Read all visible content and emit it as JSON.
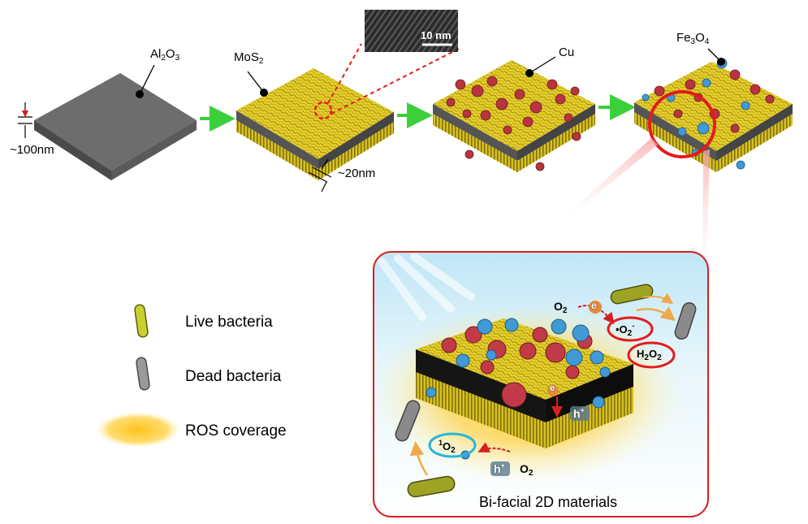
{
  "steps": {
    "al2o3": {
      "base": "Al",
      "s1": "2",
      "mid": "O",
      "s2": "3"
    },
    "thickness_substrate": "~100nm",
    "mos2": {
      "base": "MoS",
      "s1": "2"
    },
    "thickness_film": "~20nm",
    "scale_bar": "10 nm",
    "cu": "Cu",
    "fe3o4": {
      "base": "Fe",
      "s1": "3",
      "mid": "O",
      "s2": "4"
    }
  },
  "legend": {
    "live": "Live bacteria",
    "dead": "Dead bacteria",
    "ros": "ROS coverage"
  },
  "inset": {
    "caption": "Bi-facial 2D materials",
    "o2_top": {
      "base": "O",
      "s1": "2"
    },
    "e_top": "e",
    "superoxide": {
      "base": "•O",
      "s1": "2",
      "sup": "-"
    },
    "h2o2": {
      "base": "H",
      "s1": "2",
      "mid": "O",
      "s2": "2"
    },
    "e_mid": "e",
    "h_mid": {
      "base": "h",
      "sup": "+"
    },
    "singlet": {
      "sup": "1",
      "base": "O",
      "s1": "2"
    },
    "h_bottom": {
      "base": "h",
      "sup": "+"
    },
    "o2_bottom": {
      "base": "O",
      "s1": "2"
    }
  },
  "colors": {
    "mos2_yellow": "#e6cf2a",
    "substrate_gray": "#6b6b6b",
    "arrow_green": "#3ccf3c",
    "highlight_red": "#e41b1b",
    "cu_red": "#b8343e",
    "fe3o4_blue": "#3f9ad6",
    "ros_yellow": "#f9c21b",
    "singlet_ring": "#29b5d8"
  }
}
